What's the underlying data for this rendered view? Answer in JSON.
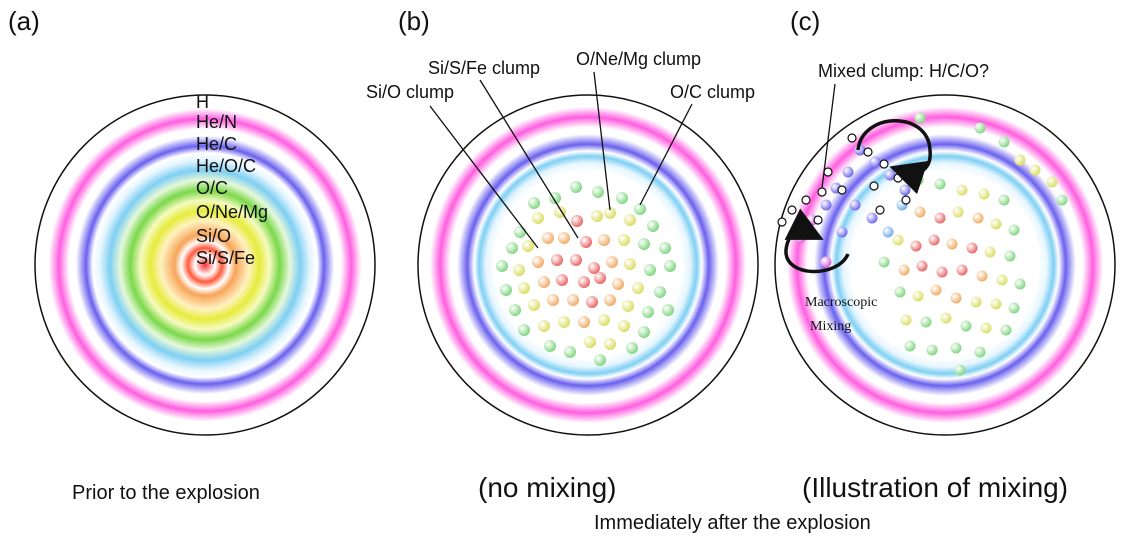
{
  "panels": {
    "a": {
      "tag": "(a)",
      "caption": "Prior to the explosion",
      "layers": [
        "H",
        "He/N",
        "He/C",
        "He/O/C",
        "O/C",
        "O/Ne/Mg",
        "Si/O",
        "Si/S/Fe"
      ]
    },
    "b": {
      "tag": "(b)",
      "caption": "(no mixing)",
      "labels": {
        "si_o": "Si/O clump",
        "si_s_fe": "Si/S/Fe clump",
        "o_ne_mg": "O/Ne/Mg clump",
        "o_c": "O/C clump"
      }
    },
    "c": {
      "tag": "(c)",
      "caption": "(Illustration of mixing)",
      "mixed_label": "Mixed clump: H/C/O?",
      "macro_line1": "Macroscopic",
      "macro_line2": "Mixing"
    }
  },
  "footer": "Immediately after the explosion",
  "colors": {
    "magenta": "#ff66dd",
    "blue": "#6a5ff0",
    "light_blue": "#7fd0f5",
    "green": "#7ddc5a",
    "yellow": "#e9f05a",
    "orange": "#f5b06a",
    "red": "#ee3b3b"
  }
}
